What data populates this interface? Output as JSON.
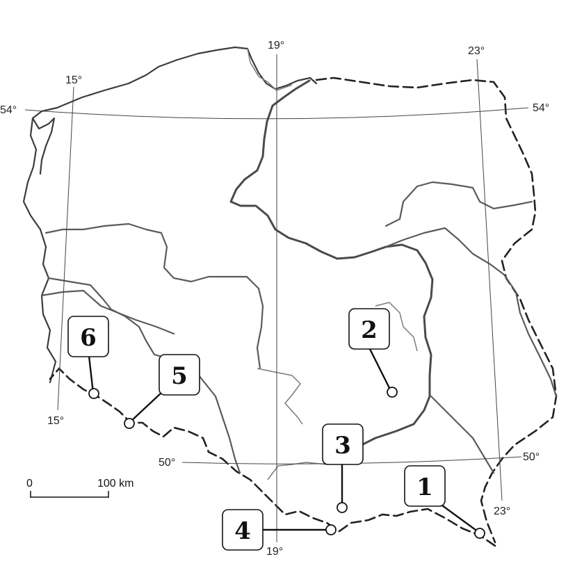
{
  "map": {
    "meridians": [
      {
        "id": "15",
        "label_top": "15°",
        "label_bottom": "15°"
      },
      {
        "id": "19",
        "label_top": "19°",
        "label_bottom": "19°"
      },
      {
        "id": "23",
        "label_top": "23°",
        "label_bottom": "23°"
      }
    ],
    "parallels": [
      {
        "id": "54",
        "label_left": "54°",
        "label_right": "54°"
      },
      {
        "id": "50",
        "label_left": "50°",
        "label_right": "50°"
      }
    ],
    "points": [
      {
        "id": "1",
        "label": "1"
      },
      {
        "id": "2",
        "label": "2"
      },
      {
        "id": "3",
        "label": "3"
      },
      {
        "id": "4",
        "label": "4"
      },
      {
        "id": "5",
        "label": "5"
      },
      {
        "id": "6",
        "label": "6"
      }
    ],
    "scale": {
      "start_label": "0",
      "end_label": "100 km"
    }
  }
}
